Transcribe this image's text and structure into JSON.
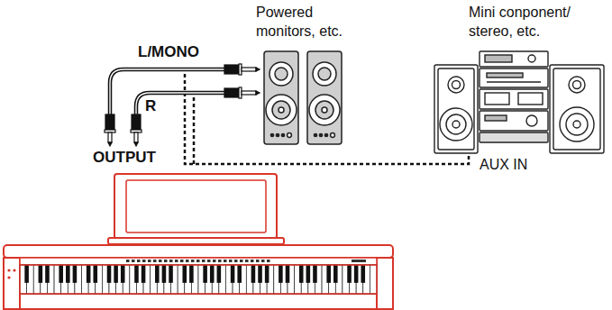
{
  "diagram": {
    "labels": [
      "Powered monitors, etc.",
      "Mini conponent/ stereo, etc.",
      "L/MONO",
      "R",
      "OUTPUT",
      "AUX IN"
    ]
  }
}
